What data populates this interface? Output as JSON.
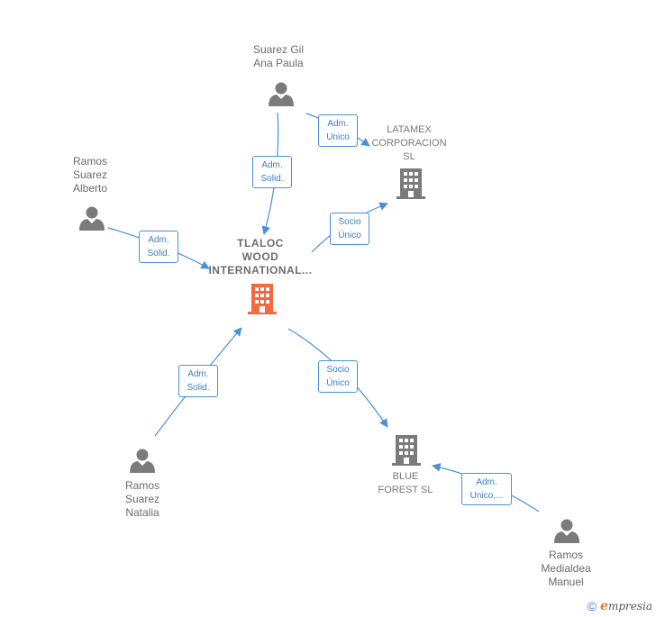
{
  "nodes": {
    "suarez_gil": {
      "label": "Suarez Gil\nAna Paula",
      "type": "person"
    },
    "latamex": {
      "label": "LATAMEX\nCORPORACION\nSL",
      "type": "company"
    },
    "ramos_alberto": {
      "label": "Ramos\nSuarez\nAlberto",
      "type": "person"
    },
    "tlaloc": {
      "label": "TLALOC\nWOOD\nINTERNATIONAL...",
      "type": "company-main"
    },
    "ramos_natalia": {
      "label": "Ramos\nSuarez\nNatalia",
      "type": "person"
    },
    "blue_forest": {
      "label": "BLUE\nFOREST SL",
      "type": "company"
    },
    "ramos_manuel": {
      "label": "Ramos\nMedialdea\nManuel",
      "type": "person"
    }
  },
  "edges": {
    "suarez_tlaloc": {
      "label": "Adm.\nSolid."
    },
    "suarez_latamex": {
      "label": "Adm.\nUnico"
    },
    "alberto_tlaloc": {
      "label": "Adm.\nSolid."
    },
    "tlaloc_latamex": {
      "label": "Socio\nÚnico"
    },
    "natalia_tlaloc": {
      "label": "Adm.\nSolid."
    },
    "tlaloc_blue": {
      "label": "Socio\nÚnico"
    },
    "manuel_blue": {
      "label": "Adm.\nUnico,..."
    }
  },
  "colors": {
    "edge": "#4a90d9",
    "person_icon": "#7b7b7b",
    "company_icon": "#7b7b7b",
    "main_company_icon": "#f26a3d"
  },
  "footer": {
    "copyright": "©",
    "brand_initial": "e",
    "brand_rest": "mpresia"
  }
}
